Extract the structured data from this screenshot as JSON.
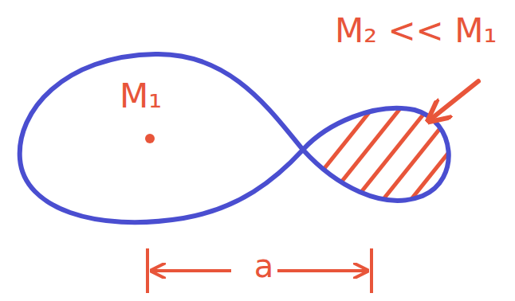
{
  "diagram": {
    "labels": [
      "M₂ << M₁",
      "M₁",
      "a"
    ]
  }
}
